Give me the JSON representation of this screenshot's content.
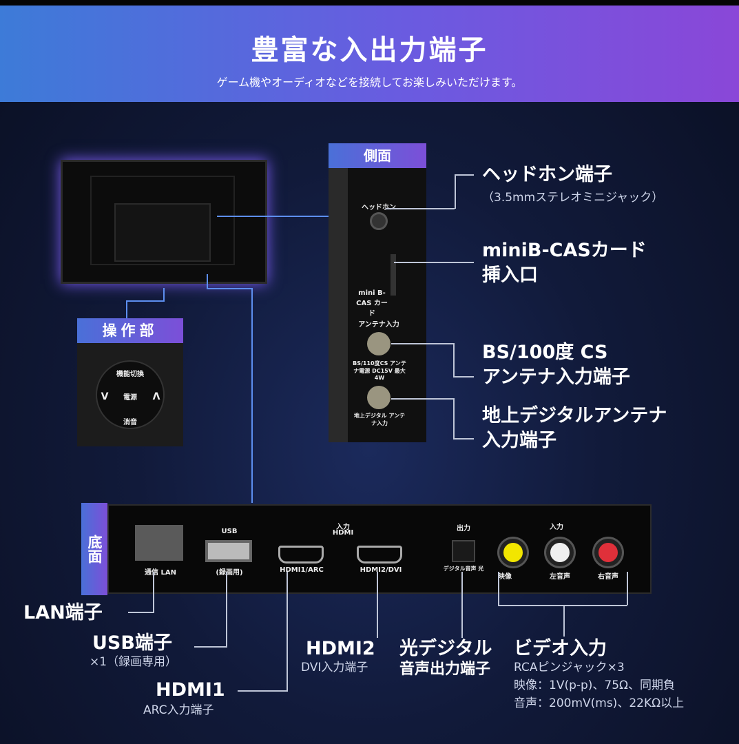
{
  "header": {
    "title": "豊富な入出力端子",
    "subtitle": "ゲーム機やオーディオなどを接続してお楽しみいただけます。"
  },
  "tags": {
    "side": "側面",
    "controls": "操作部",
    "bottom": "底面"
  },
  "side_panel": {
    "headphone": "ヘッドホン",
    "minibcas": "mini B-CAS カード",
    "antenna": "アンテナ入力",
    "bs_cs": "BS/110度CS アンテナ電源 DC15V 最大4W",
    "terrestrial": "地上デジタル アンテナ入力"
  },
  "control_panel": {
    "source": "機能切換",
    "power": "電源",
    "mute": "消音",
    "left": "V",
    "right": "Λ"
  },
  "bottom_panel": {
    "lan": "通信 LAN",
    "usb_top": "USB",
    "usb": "(録画用)",
    "hdmi_header": "入力",
    "hdmi_logo": "HDMI",
    "hdmi1": "HDMI1/ARC",
    "hdmi2": "HDMI2/DVI",
    "out_header": "出力",
    "optical": "デジタル音声 光",
    "rca_header": "入力",
    "video": "映像",
    "left_audio": "左音声",
    "right_audio": "右音声"
  },
  "labels": {
    "headphone": {
      "title": "ヘッドホン端子",
      "sub": "（3.5mmステレオミニジャック）"
    },
    "minibcas": {
      "title": "miniB-CASカード",
      "title2": "挿入口"
    },
    "bs": {
      "title": "BS/100度 CS",
      "title2": "アンテナ入力端子"
    },
    "terrestrial": {
      "title": "地上デジタルアンテナ",
      "title2": "入力端子"
    },
    "lan": {
      "title": "LAN端子"
    },
    "usb": {
      "title": "USB端子",
      "sub": "×1（録画専用）"
    },
    "hdmi1": {
      "title": "HDMI1",
      "sub": "ARC入力端子"
    },
    "hdmi2": {
      "title": "HDMI2",
      "sub": "DVI入力端子"
    },
    "optical": {
      "title": "光デジタル",
      "title2": "音声出力端子"
    },
    "video": {
      "title": "ビデオ入力",
      "sub1": "RCAピンジャック×3",
      "sub2": "映像：1V(p-p)、75Ω、同期負",
      "sub3": "音声：200mV(ms)、22KΩ以上"
    }
  },
  "colors": {
    "banner_start": "#3d7bd8",
    "banner_end": "#8a47d8",
    "background": "#0b1126",
    "video": "#f2e600",
    "audio_left": "#f0f0f0",
    "audio_right": "#e0303a"
  }
}
